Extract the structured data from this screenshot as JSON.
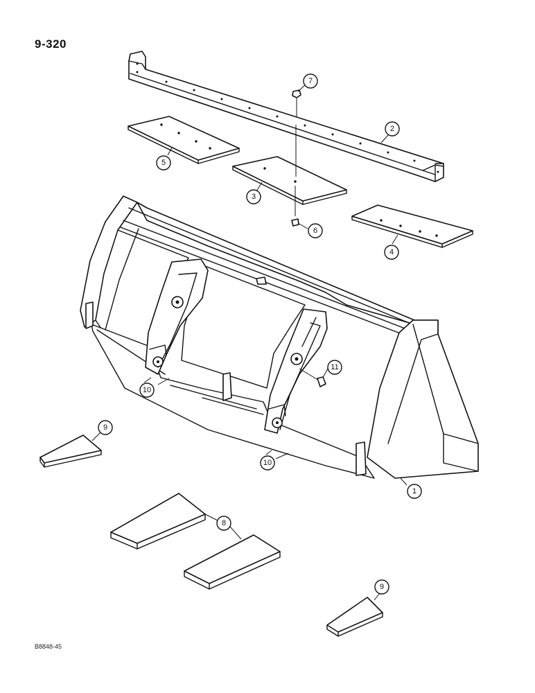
{
  "page": {
    "number": "9-320",
    "figure_code": "B8848-45"
  },
  "callouts": [
    {
      "id": "c1",
      "label": "1"
    },
    {
      "id": "c2",
      "label": "2"
    },
    {
      "id": "c3",
      "label": "3"
    },
    {
      "id": "c4",
      "label": "4"
    },
    {
      "id": "c5",
      "label": "5"
    },
    {
      "id": "c6",
      "label": "6"
    },
    {
      "id": "c7",
      "label": "7"
    },
    {
      "id": "c8",
      "label": "8"
    },
    {
      "id": "c9a",
      "label": "9"
    },
    {
      "id": "c9b",
      "label": "9"
    },
    {
      "id": "c10a",
      "label": "10"
    },
    {
      "id": "c10b",
      "label": "10"
    },
    {
      "id": "c11",
      "label": "11"
    }
  ]
}
